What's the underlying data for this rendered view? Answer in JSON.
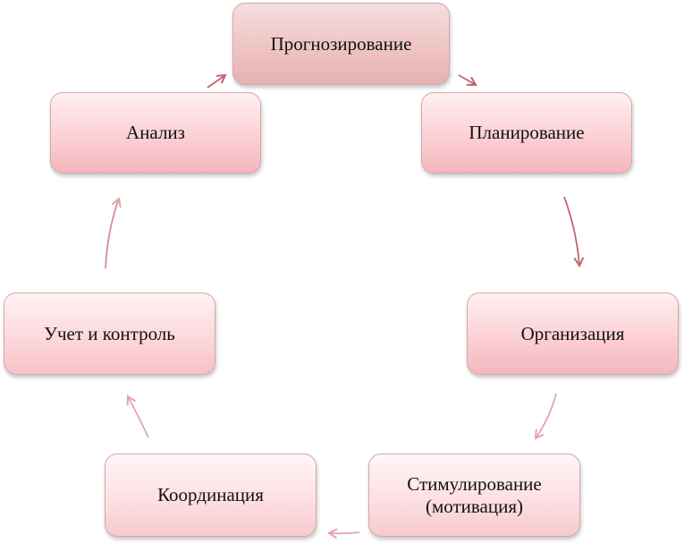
{
  "diagram": {
    "type": "cycle",
    "nodes": [
      {
        "label": "Прогнозирование"
      },
      {
        "label": "Планирование"
      },
      {
        "label": "Организация"
      },
      {
        "label": "Стимулирование\n(мотивация)"
      },
      {
        "label": "Координация"
      },
      {
        "label": "Учет и контроль"
      },
      {
        "label": "Анализ"
      }
    ],
    "edges": [
      {
        "from": 0,
        "to": 1
      },
      {
        "from": 1,
        "to": 2
      },
      {
        "from": 2,
        "to": 3
      },
      {
        "from": 3,
        "to": 4
      },
      {
        "from": 4,
        "to": 5
      },
      {
        "from": 5,
        "to": 6
      },
      {
        "from": 6,
        "to": 0
      }
    ],
    "colors": {
      "border": "#d3a8ab",
      "arrow_strong": "#c0666e",
      "arrow_light": "#e2a6ab",
      "text": "#111111"
    }
  }
}
